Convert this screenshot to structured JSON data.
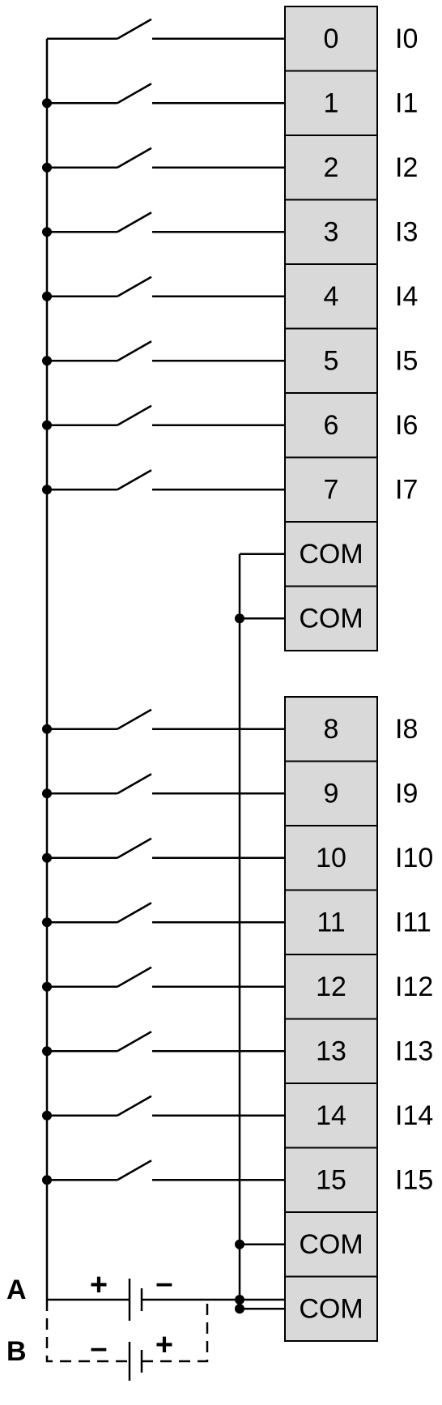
{
  "groups": [
    {
      "terminals": [
        {
          "label": "0",
          "input": "I0"
        },
        {
          "label": "1",
          "input": "I1"
        },
        {
          "label": "2",
          "input": "I2"
        },
        {
          "label": "3",
          "input": "I3"
        },
        {
          "label": "4",
          "input": "I4"
        },
        {
          "label": "5",
          "input": "I5"
        },
        {
          "label": "6",
          "input": "I6"
        },
        {
          "label": "7",
          "input": "I7"
        },
        {
          "label": "COM",
          "input": ""
        },
        {
          "label": "COM",
          "input": ""
        }
      ]
    },
    {
      "terminals": [
        {
          "label": "8",
          "input": "I8"
        },
        {
          "label": "9",
          "input": "I9"
        },
        {
          "label": "10",
          "input": "I10"
        },
        {
          "label": "11",
          "input": "I11"
        },
        {
          "label": "12",
          "input": "I12"
        },
        {
          "label": "13",
          "input": "I13"
        },
        {
          "label": "14",
          "input": "I14"
        },
        {
          "label": "15",
          "input": "I15"
        },
        {
          "label": "COM",
          "input": ""
        },
        {
          "label": "COM",
          "input": ""
        }
      ]
    }
  ],
  "supply": {
    "option_a": {
      "letter": "A",
      "left_sign": "+",
      "right_sign": "–"
    },
    "option_b": {
      "letter": "B",
      "left_sign": "–",
      "right_sign": "+"
    }
  }
}
